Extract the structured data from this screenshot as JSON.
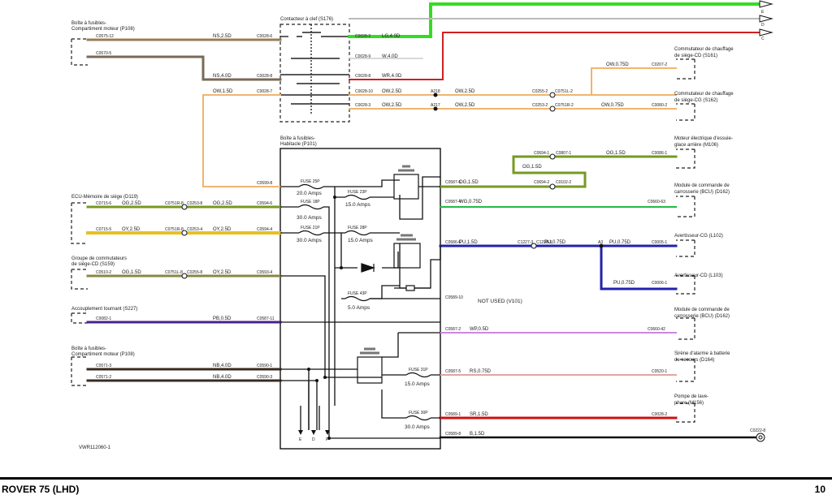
{
  "components": {
    "fuse_box_engine_top": [
      "Boîte à fusibles-",
      "Compartiment moteur (P108)"
    ],
    "ignition_switch": "Contacteur à clef (S176)",
    "fuse_box_cabin": [
      "Boîte à fusibles-",
      "Habitacle (P101)"
    ],
    "seat_heater_cd": [
      "Commutateur de chauffage",
      "de siège-CD (S161)"
    ],
    "seat_heater_cg": [
      "Commutateur de chauffage",
      "de siège-CG (S162)"
    ],
    "rear_wiper_motor": [
      "Moteur électrique d'essuie-",
      "glace arrière (M106)"
    ],
    "ecu_seat_memory": "ECU-Mémoire de siège (D119)",
    "bcu_1": [
      "Module de commande de",
      "carrosserie (BCU) (D162)"
    ],
    "horn_cg": "Avertisseur-CG (L102)",
    "seat_switch_group": [
      "Groupe de commutateurs",
      "de siège-CD (S159)"
    ],
    "horn_cd": "Avertisseur-CD (L103)",
    "rotary_coupler": "Accouplement tournant (S227)",
    "bcu_2": [
      "Module de commande de",
      "carrosserie (BCU) (D162)"
    ],
    "fuse_box_engine_bottom": [
      "Boîte à fusibles-",
      "Compartiment moteur (P108)"
    ],
    "alarm_siren": [
      "Sirène d'alarme à batterie",
      "de secours (D164)"
    ],
    "washer_pump": [
      "Pompe de lave-",
      "phare (M156)"
    ],
    "not_used": "NOT USED (V101)"
  },
  "fuses": [
    {
      "name": "FUSE 25P",
      "rating": "20.0 Amps"
    },
    {
      "name": "FUSE 23P",
      "rating": "15.0 Amps"
    },
    {
      "name": "FUSE 18P",
      "rating": "30.0 Amps"
    },
    {
      "name": "FUSE 28P",
      "rating": "15.0 Amps"
    },
    {
      "name": "FUSE 21P",
      "rating": "30.0 Amps"
    },
    {
      "name": "FUSE 43P",
      "rating": "5.0 Amps"
    },
    {
      "name": "FUSE 31P",
      "rating": "15.0 Amps"
    },
    {
      "name": "FUSE 30P",
      "rating": "30.0 Amps"
    }
  ],
  "wires": {
    "ns_2_5d": "NS,2.5D",
    "ns_4_0d": "NS,4.0D",
    "ow_1_5d": "OW,1.5D",
    "lg_4_0d": "LG,4.0D",
    "w_4_0d": "W,4.0D",
    "wr_4_0d": "WR,4.0D",
    "ow_2_5d_a": "OW,2.5D",
    "ow_2_5d_b": "OW,2.5D",
    "ow_2_5d_c": "OW,2.5D",
    "ow_2_5d_d": "OW,2.5D",
    "ow_0_75d_a": "OW,0.75D",
    "ow_0_75d_b": "OW,0.75D",
    "og_1_5d_a": "OG,1.5D",
    "og_1_5d_b": "OG,1.5D",
    "og_1_5d_c": "OG,1.5D",
    "og_1_5d_d": "OG,1.5D",
    "og_2_5d_a": "OG,2.5D",
    "og_2_5d_b": "OG,2.5D",
    "oy_2_5d_a": "OY,2.5D",
    "oy_2_5d_b": "OY,2.5D",
    "oy_2_5d_c": "OY,2.5D",
    "wg_0_75d": "WG,0.75D",
    "pu_1_5d": "PU,1.5D",
    "pu_0_75d_a": "PU,0.75D",
    "pu_0_75d_b": "PU,0.75D",
    "pu_0_75d_c": "PU,0.75D",
    "pb_0_5d": "PB,0.5D",
    "wp_0_5d": "WP,0.5D",
    "nb_4_0d_a": "NB,4.0D",
    "nb_4_0d_b": "NB,4.0D",
    "rs_0_75d": "RS,0.75D",
    "sr_1_5d": "SR,1.5D",
    "b_1_5d": "B,1.5D"
  },
  "connectors": {
    "c0575_12": "C0575-12",
    "c0570_5": "C0570-5",
    "c0028_6": "C0028-6",
    "c0028_8": "C0028-8",
    "c0028_7": "C0028-7",
    "c0028_2": "C0028-2",
    "c0028_9": "C0028-9",
    "c0028_8b": "C0028-8",
    "c0028_10": "C0028-10",
    "c0028_3": "C0028-3",
    "a218": "A218",
    "a217": "A217",
    "c0255_2": "C0255-2",
    "c0751l_2": "C0751L-2",
    "c0253_2": "C0253-2",
    "c0751r_2": "C0751R-2",
    "c0207_2": "C0207-2",
    "c0080_2": "C0080-2",
    "c0694_1": "C0694-1",
    "c0807_1": "C0807-1",
    "c0694_2": "C0694-2",
    "c0102_2": "C0102-2",
    "c0086_1": "C0086-1",
    "c0599_8": "C0599-8",
    "c0587_6": "C0587-6",
    "c0587_4": "C0587-4",
    "c0660_63": "C0660-63",
    "c0715_6": "C0715-6",
    "c0751r_8": "C0751R-8",
    "c0253_8": "C0253-8",
    "c0594_6": "C0594-6",
    "c0715_5": "C0715-5",
    "c0751r_8b": "C0751R-8",
    "c0253_4": "C0253-4",
    "c0594_4": "C0594-4",
    "c0586_6": "C0586-6",
    "c1227_3": "C1227-3",
    "c1228_3": "C1228-3",
    "a3": "A3",
    "c0005_1": "C0005-1",
    "c0510_2": "C0510-2",
    "c0751l_8": "C0751L-8",
    "c0255_8": "C0255-8",
    "c0593_4": "C0593-4",
    "c0006_1": "C0006-1",
    "c0589_10": "C0589-10",
    "c0082_1": "C0082-1",
    "c0587_11": "C0587-11",
    "c0587_2": "C0587-2",
    "c0660_42": "C0660-42",
    "c0571_3": "C0571-3",
    "c0590_1": "C0590-1",
    "c0587_5": "C0587-5",
    "c0520_1": "C0520-1",
    "c0571_2": "C0571-2",
    "c0590_3": "C0590-3",
    "c0589_1": "C0589-1",
    "c0028_2b": "C0028-2",
    "c0589_8": "C0589-8",
    "c0222_8": "C0222-8"
  },
  "offpage": [
    "E",
    "D",
    "C"
  ],
  "bottom_refs": [
    "E",
    "D",
    "F"
  ],
  "drawing_id": "VWR112060-1",
  "footer": {
    "title": "ROVER 75 (LHD)",
    "page": "10"
  }
}
